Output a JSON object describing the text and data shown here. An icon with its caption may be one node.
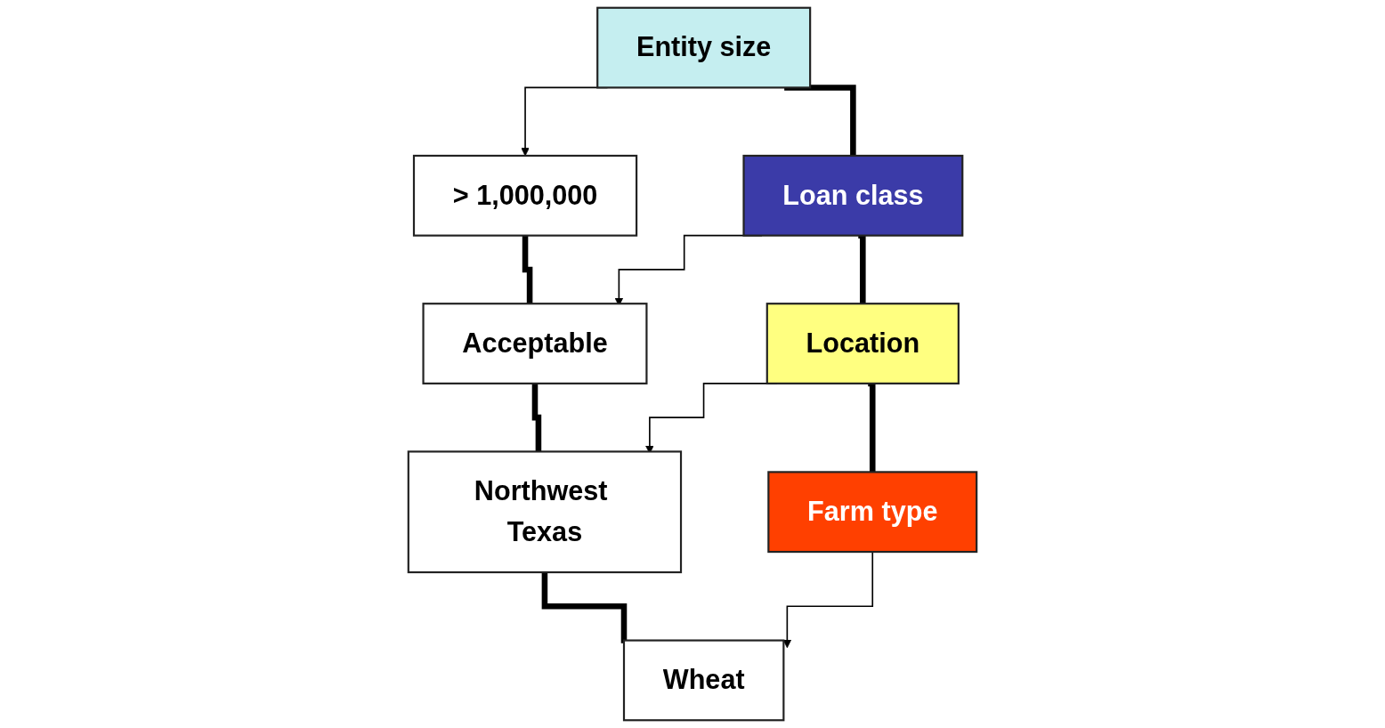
{
  "diagram": {
    "nodes": [
      {
        "text": [
          "Entity size"
        ]
      },
      {
        "text": [
          "> 1,000,000"
        ]
      },
      {
        "text": [
          "Loan class"
        ]
      },
      {
        "text": [
          "Acceptable"
        ]
      },
      {
        "text": [
          "Location"
        ]
      },
      {
        "text": [
          "Northwest Texas"
        ]
      },
      {
        "text": [
          "Farm type"
        ]
      },
      {
        "text": [
          "Wheat"
        ]
      }
    ],
    "edges": [
      {
        "from": 0,
        "to": 1,
        "arrow": "to"
      },
      {
        "from": 0,
        "to": 2,
        "arrow": "none"
      },
      {
        "from": 1,
        "to": 3,
        "arrow": "none"
      },
      {
        "from": 2,
        "to": 3,
        "arrow": "to"
      },
      {
        "from": 2,
        "to": 4,
        "arrow": "none"
      },
      {
        "from": 3,
        "to": 5,
        "arrow": "none"
      },
      {
        "from": 4,
        "to": 5,
        "arrow": "to"
      },
      {
        "from": 4,
        "to": 6,
        "arrow": "none"
      },
      {
        "from": 5,
        "to": 7,
        "arrow": "none"
      },
      {
        "from": 6,
        "to": 7,
        "arrow": "to"
      }
    ]
  }
}
